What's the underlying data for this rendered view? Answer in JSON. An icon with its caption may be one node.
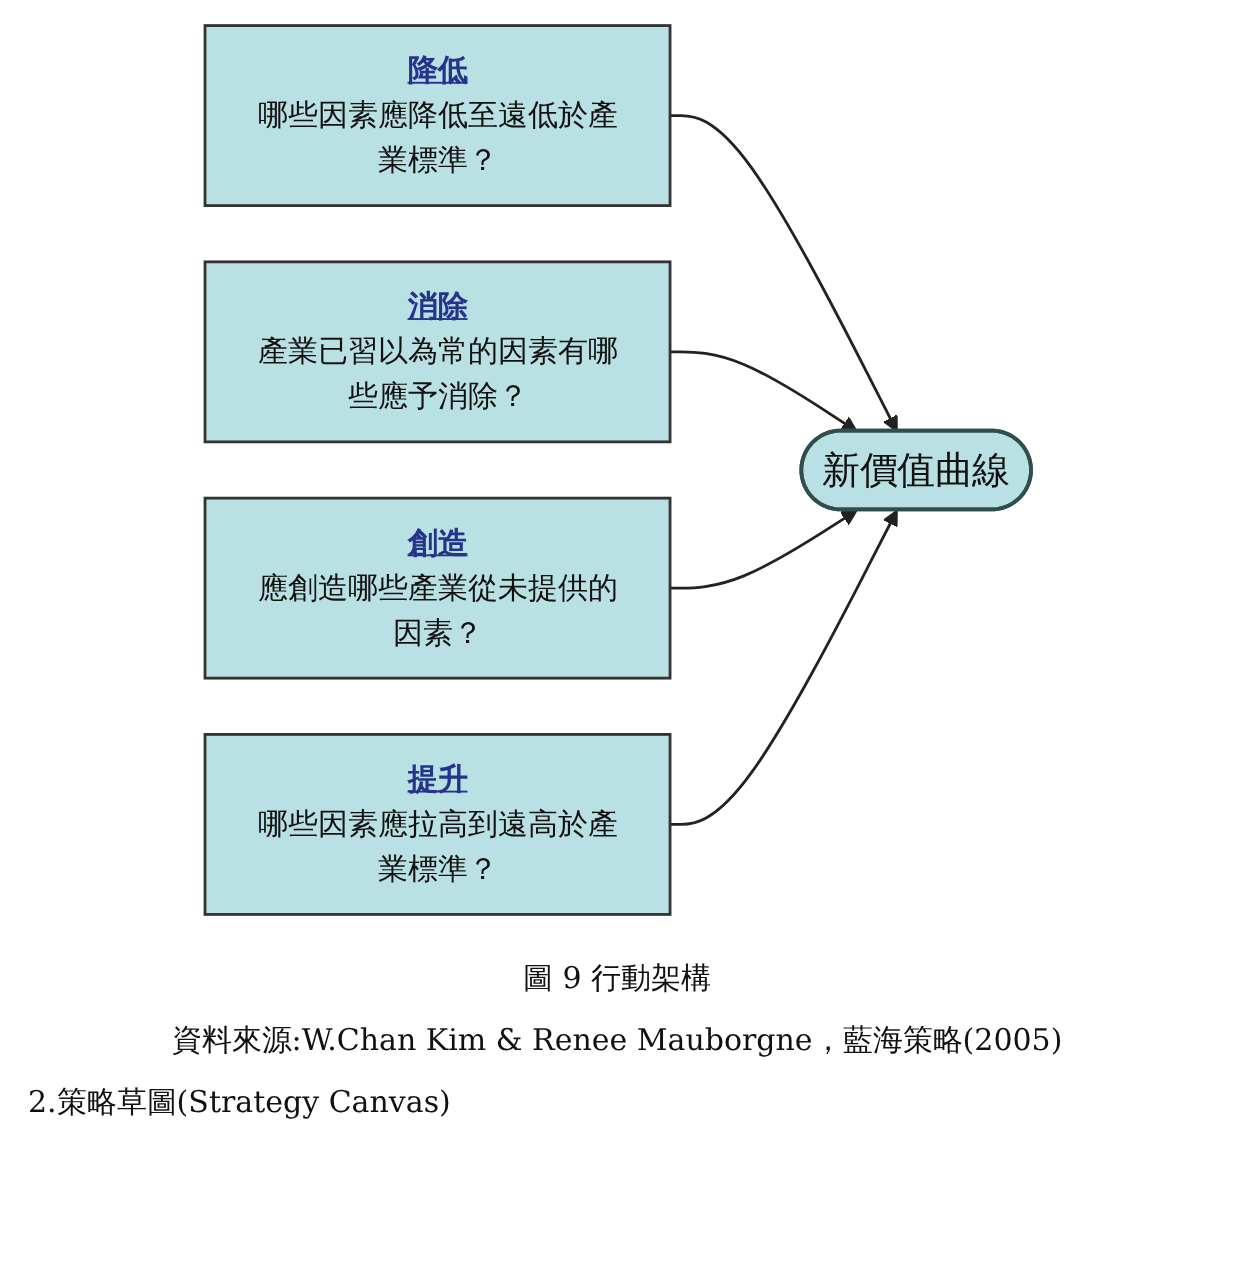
{
  "diagram": {
    "caption": "圖 9 行動架構",
    "nodes": [
      {
        "text": [
          "降低",
          "哪些因素應降低至遠低於產業標準？"
        ]
      },
      {
        "text": [
          "消除",
          "產業已習以為常的因素有哪些應予消除？"
        ]
      },
      {
        "text": [
          "新價值曲線"
        ]
      },
      {
        "text": [
          "創造",
          "應創造哪些產業從未提供的因素？"
        ]
      },
      {
        "text": [
          "提升",
          "哪些因素應拉高到遠高於產業標準？"
        ]
      }
    ],
    "edges": [
      {
        "from": 0,
        "to": 2,
        "arrow": "to"
      },
      {
        "from": 1,
        "to": 2,
        "arrow": "to"
      },
      {
        "from": 3,
        "to": 2,
        "arrow": "to"
      },
      {
        "from": 4,
        "to": 2,
        "arrow": "to"
      }
    ],
    "labels": [
      "資料來源:W.Chan Kim & Renee Mauborgne，藍海策略(2005)",
      "2.策略草圖(Strategy Canvas)"
    ]
  }
}
